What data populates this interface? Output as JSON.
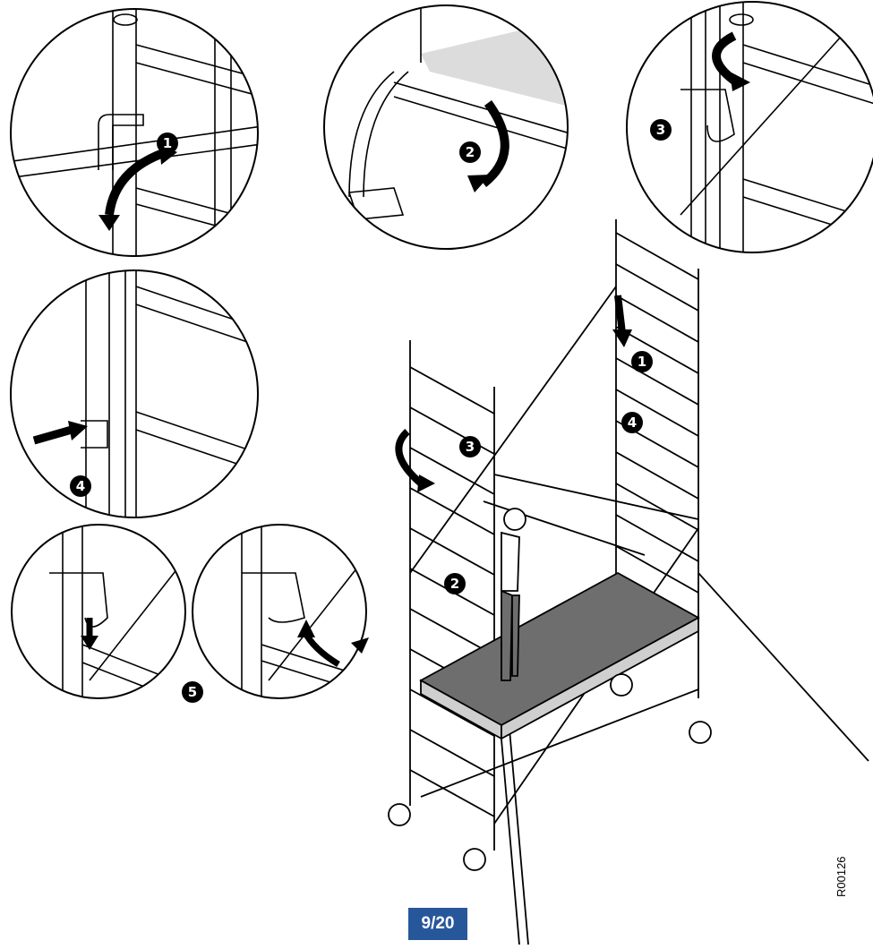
{
  "page": {
    "number": "9/20",
    "document_code": "R00126"
  },
  "steps": [
    {
      "number": "1"
    },
    {
      "number": "2"
    },
    {
      "number": "3"
    },
    {
      "number": "4"
    },
    {
      "number": "5"
    }
  ],
  "colors": {
    "badge": "#27579b",
    "line": "#000000",
    "platform": "#6e6e6e"
  }
}
